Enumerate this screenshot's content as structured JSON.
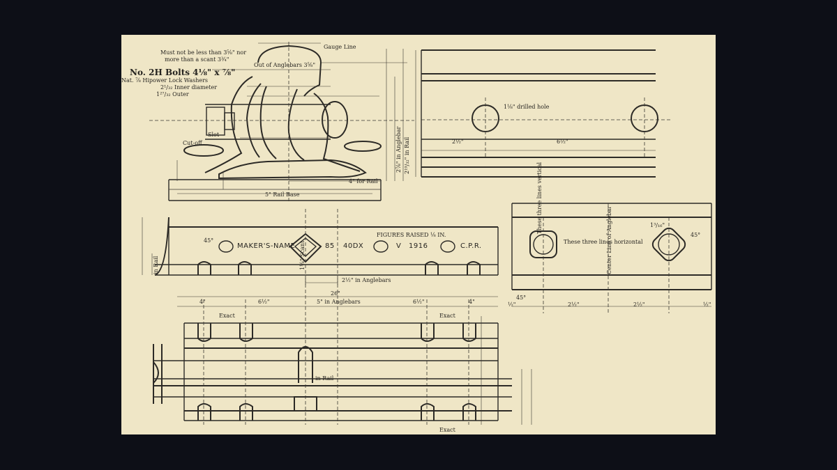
{
  "labels": {
    "gauge_line": "Gauge Line",
    "must_not_1": "Must not be less than 3⅝\" nor",
    "must_not_2": "more than a scant 3¾\"",
    "bolts": "No. 2H Bolts 4⅛\" x ⅞\"",
    "washers": "Nat. ⅞ Hipower Lock Washers",
    "inner": "2¹/₃₂ Inner diameter",
    "outer": "1²⁷/₃₂ Outer",
    "out_of_anglebars": "Out of Anglebars 3⅝\"",
    "cut_off": "Cut-off",
    "slot": "Slot",
    "rail_base": "5\" Rail Base",
    "for_rail": "4\" for Rail",
    "in_anglebar_v": "2⅞\" in Anglebar",
    "in_rail_v": "2¹⁹/₃₂\" in Rail",
    "drilled_hole": "1⅛\" drilled hole",
    "dim_2_5": "2½\"",
    "dim_6_5": "6½\"",
    "makers_name": "MAKER'S-NAME",
    "rail_85": "85",
    "rail_40dx": "40DX",
    "rail_v": "V",
    "rail_1916": "1916",
    "rail_cpr": "C.P.R.",
    "figures_raised": "FIGURES RAISED ⅛ IN.",
    "scant": "1⅛\" Scant",
    "angle_45": "45°",
    "in_anglebars": "2½\" in Anglebars",
    "in_rail_left": "in Rail",
    "dim_26": "26\"",
    "dim_4": "4\"",
    "in_anglebars_5": "5\" in Anglebars",
    "exact": "Exact",
    "in_rail_plan": "in Rail",
    "three_vertical": "These three lines vertical",
    "three_horizontal": "These three lines horizontal",
    "center_line": "Center Line of Anglebar",
    "dim_half": "½\"",
    "dim_13_16": "1³/₁₆\""
  },
  "colors": {
    "paper": "#efe6c6",
    "ink": "#2c2a26",
    "frame": "#0d0f17"
  }
}
